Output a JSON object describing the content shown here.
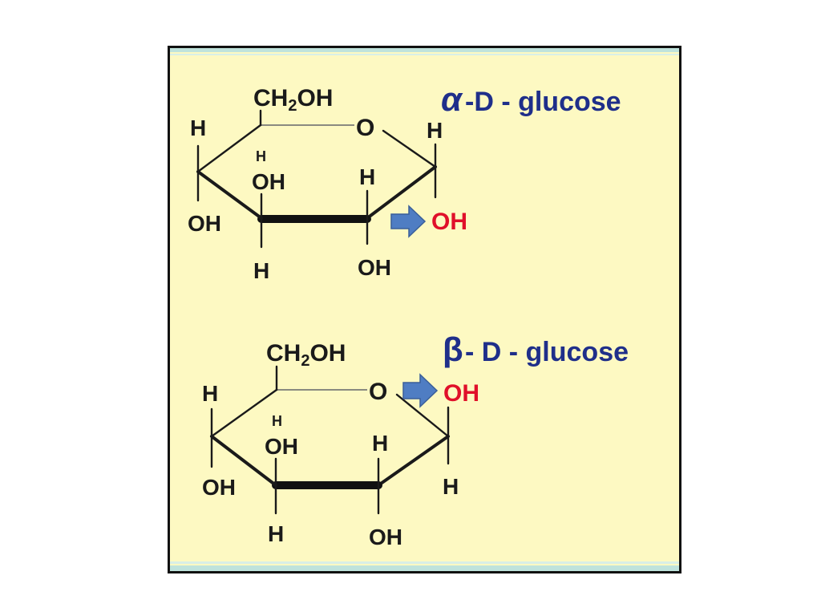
{
  "colors": {
    "background": "#fdf9c2",
    "border_band": "#bfe3dc",
    "title": "#1f2f8a",
    "anomeric_oh": "#e0102a",
    "arrow": "#4f7dc3"
  },
  "alpha": {
    "title_greek": "α",
    "title_rest": " -D - glucose",
    "ch2oh_ch": "CH",
    "ch2oh_sub": "2",
    "ch2oh_oh": "OH",
    "ring_oxygen": "O",
    "c1_top": "H",
    "c1_bottom": "OH",
    "c2_top": "H",
    "c2_bottom": "OH",
    "c3_top": "OH",
    "c3_bottom": "H",
    "c4_top": "H",
    "c4_bottom": "OH",
    "c5_small_h": "H"
  },
  "beta": {
    "title_greek": "β",
    "title_rest": " - D - glucose",
    "ch2oh_ch": "CH",
    "ch2oh_sub": "2",
    "ch2oh_oh": "OH",
    "ring_oxygen": "O",
    "c1_top": "OH",
    "c1_bottom": "H",
    "c2_top": "H",
    "c2_bottom": "OH",
    "c3_top": "OH",
    "c3_bottom": "H",
    "c4_top": "H",
    "c4_bottom": "OH",
    "c5_small_h": "H"
  }
}
